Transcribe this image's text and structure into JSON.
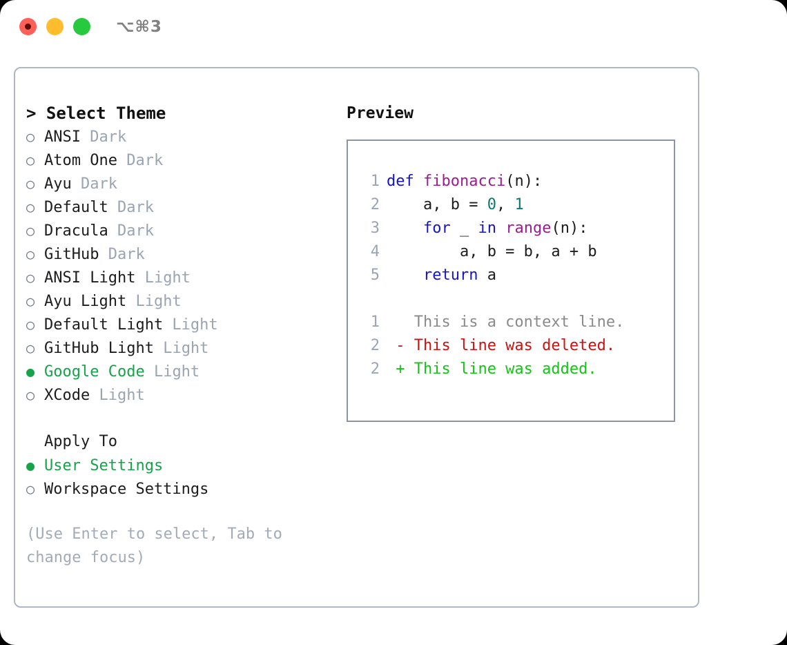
{
  "titlebar": {
    "shortcut": "⌥⌘3",
    "lights": [
      "close-red",
      "minimize-yellow",
      "zoom-green"
    ]
  },
  "theme_picker": {
    "header": "> Select Theme",
    "items": [
      {
        "marker": "○",
        "label": "ANSI",
        "tag": "Dark",
        "selected": false
      },
      {
        "marker": "○",
        "label": "Atom One",
        "tag": "Dark",
        "selected": false
      },
      {
        "marker": "○",
        "label": "Ayu",
        "tag": "Dark",
        "selected": false
      },
      {
        "marker": "○",
        "label": "Default",
        "tag": "Dark",
        "selected": false
      },
      {
        "marker": "○",
        "label": "Dracula",
        "tag": "Dark",
        "selected": false
      },
      {
        "marker": "○",
        "label": "GitHub",
        "tag": "Dark",
        "selected": false
      },
      {
        "marker": "○",
        "label": "ANSI Light",
        "tag": "Light",
        "selected": false
      },
      {
        "marker": "○",
        "label": "Ayu Light",
        "tag": "Light",
        "selected": false
      },
      {
        "marker": "○",
        "label": "Default Light",
        "tag": "Light",
        "selected": false
      },
      {
        "marker": "○",
        "label": "GitHub Light",
        "tag": "Light",
        "selected": false
      },
      {
        "marker": "●",
        "label": "Google Code",
        "tag": "Light",
        "selected": true
      },
      {
        "marker": "○",
        "label": "XCode",
        "tag": "Light",
        "selected": false
      }
    ]
  },
  "apply_to": {
    "header": "Apply To",
    "items": [
      {
        "marker": "●",
        "label": "User Settings",
        "selected": true
      },
      {
        "marker": "○",
        "label": "Workspace Settings",
        "selected": false
      }
    ]
  },
  "hint": "(Use Enter to select, Tab to change focus)",
  "preview": {
    "title": "Preview",
    "code_lines": [
      {
        "num": "1",
        "tokens": [
          {
            "t": "def ",
            "c": "kw"
          },
          {
            "t": "fibonacci",
            "c": "fn"
          },
          {
            "t": "(n):",
            "c": "txt"
          }
        ]
      },
      {
        "num": "2",
        "tokens": [
          {
            "t": "    a, b = ",
            "c": "txt"
          },
          {
            "t": "0",
            "c": "num"
          },
          {
            "t": ", ",
            "c": "txt"
          },
          {
            "t": "1",
            "c": "num"
          }
        ]
      },
      {
        "num": "3",
        "tokens": [
          {
            "t": "    ",
            "c": "txt"
          },
          {
            "t": "for",
            "c": "kw"
          },
          {
            "t": " _ ",
            "c": "txt"
          },
          {
            "t": "in",
            "c": "kw"
          },
          {
            "t": " ",
            "c": "txt"
          },
          {
            "t": "range",
            "c": "fn"
          },
          {
            "t": "(n):",
            "c": "txt"
          }
        ]
      },
      {
        "num": "4",
        "tokens": [
          {
            "t": "        a, b = b, a + b",
            "c": "txt"
          }
        ]
      },
      {
        "num": "5",
        "tokens": [
          {
            "t": "    ",
            "c": "txt"
          },
          {
            "t": "return",
            "c": "kw"
          },
          {
            "t": " a",
            "c": "txt"
          }
        ]
      }
    ],
    "diff_lines": [
      {
        "num": "1",
        "tokens": [
          {
            "t": "   This is a context line.",
            "c": "ctx"
          }
        ]
      },
      {
        "num": "2",
        "tokens": [
          {
            "t": " - This line was deleted.",
            "c": "del"
          }
        ]
      },
      {
        "num": "2",
        "tokens": [
          {
            "t": " + This line was added.",
            "c": "add"
          }
        ]
      }
    ]
  },
  "colors": {
    "accent_green": "#16a34a",
    "muted": "#9aa4b2",
    "hint": "#a3aab8",
    "panel_border": "#aeb6c2",
    "preview_border": "#8b95a5",
    "keyword": "#1414c8",
    "function": "#9b1d8e",
    "number": "#0c7a72",
    "diff_deleted": "#cc1111",
    "diff_added": "#14c414",
    "light_red": "#ff5f56",
    "light_yellow": "#ffbd2e",
    "light_green": "#27c93f"
  }
}
